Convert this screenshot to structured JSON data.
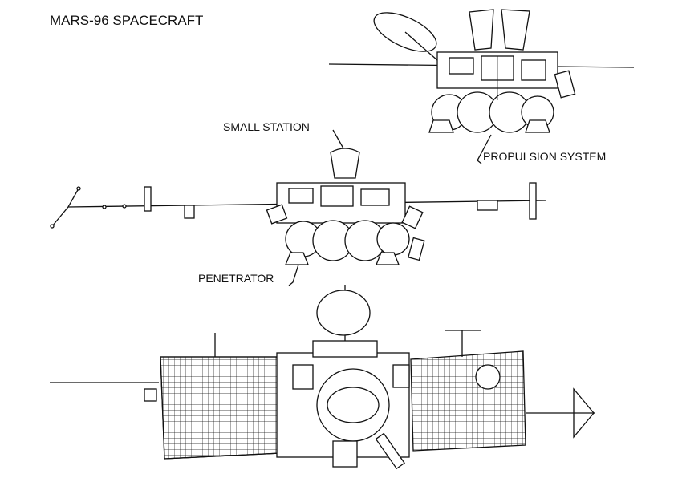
{
  "title": "MARS-96 SPACECRAFT",
  "labels": {
    "small_station": "SMALL STATION",
    "propulsion_system": "PROPULSION SYSTEM",
    "penetrator": "PENETRATOR"
  },
  "colors": {
    "ink": "#111111",
    "background": "#ffffff"
  }
}
